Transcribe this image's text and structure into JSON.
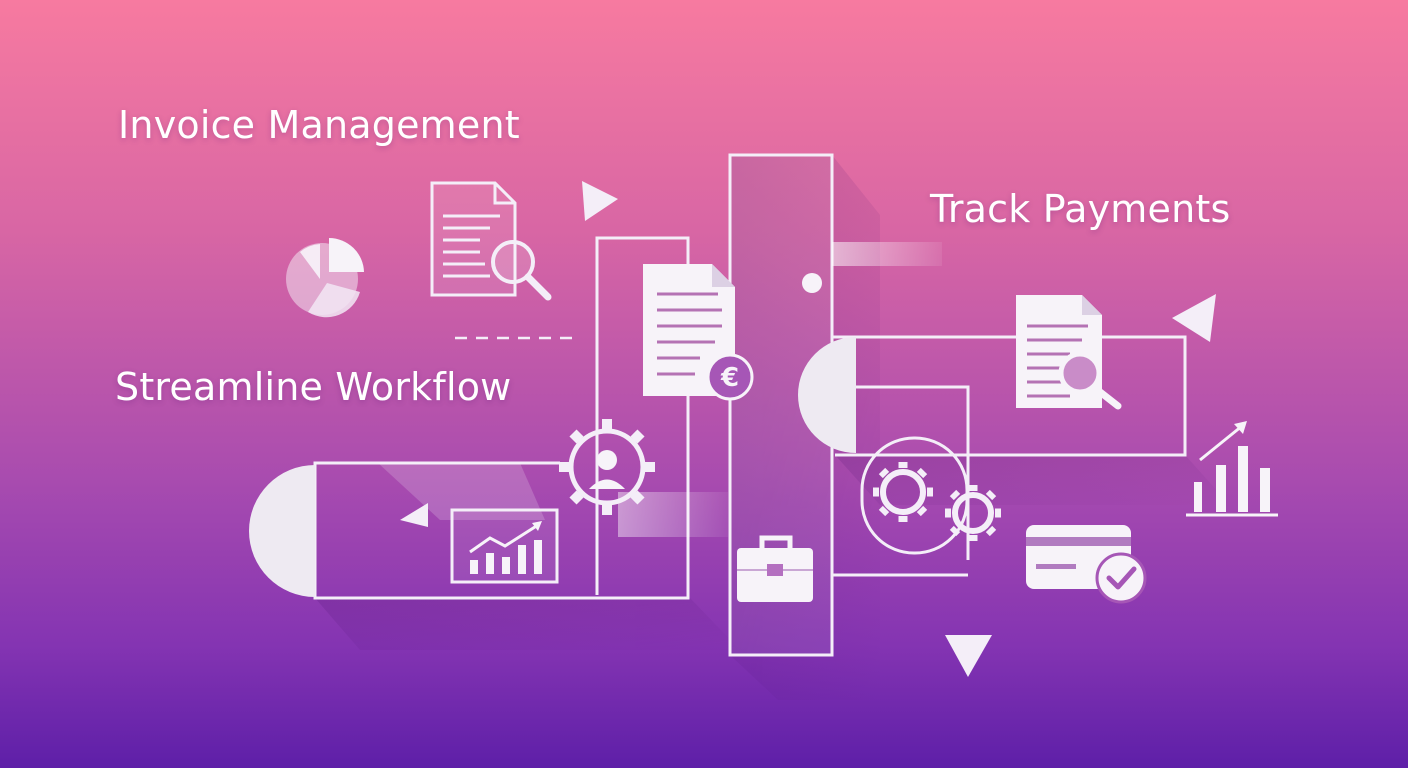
{
  "headlines": {
    "invoice_management": "Invoice Management",
    "track_payments": "Track Payments",
    "streamline_workflow": "Streamline Workflow"
  },
  "icons": [
    "pie-chart-icon",
    "document-search-icon",
    "invoice-euro-icon",
    "gear-user-icon",
    "growth-chart-icon",
    "briefcase-icon",
    "gears-icon",
    "credit-card-check-icon",
    "bar-chart-arrow-icon",
    "play-triangle-icon"
  ],
  "colors": {
    "gradient_top": "#f77aa0",
    "gradient_middle": "#a94caf",
    "gradient_bottom": "#5e1fa8",
    "line": "#f4eef8",
    "icon_fill": "#f7f3f9"
  }
}
